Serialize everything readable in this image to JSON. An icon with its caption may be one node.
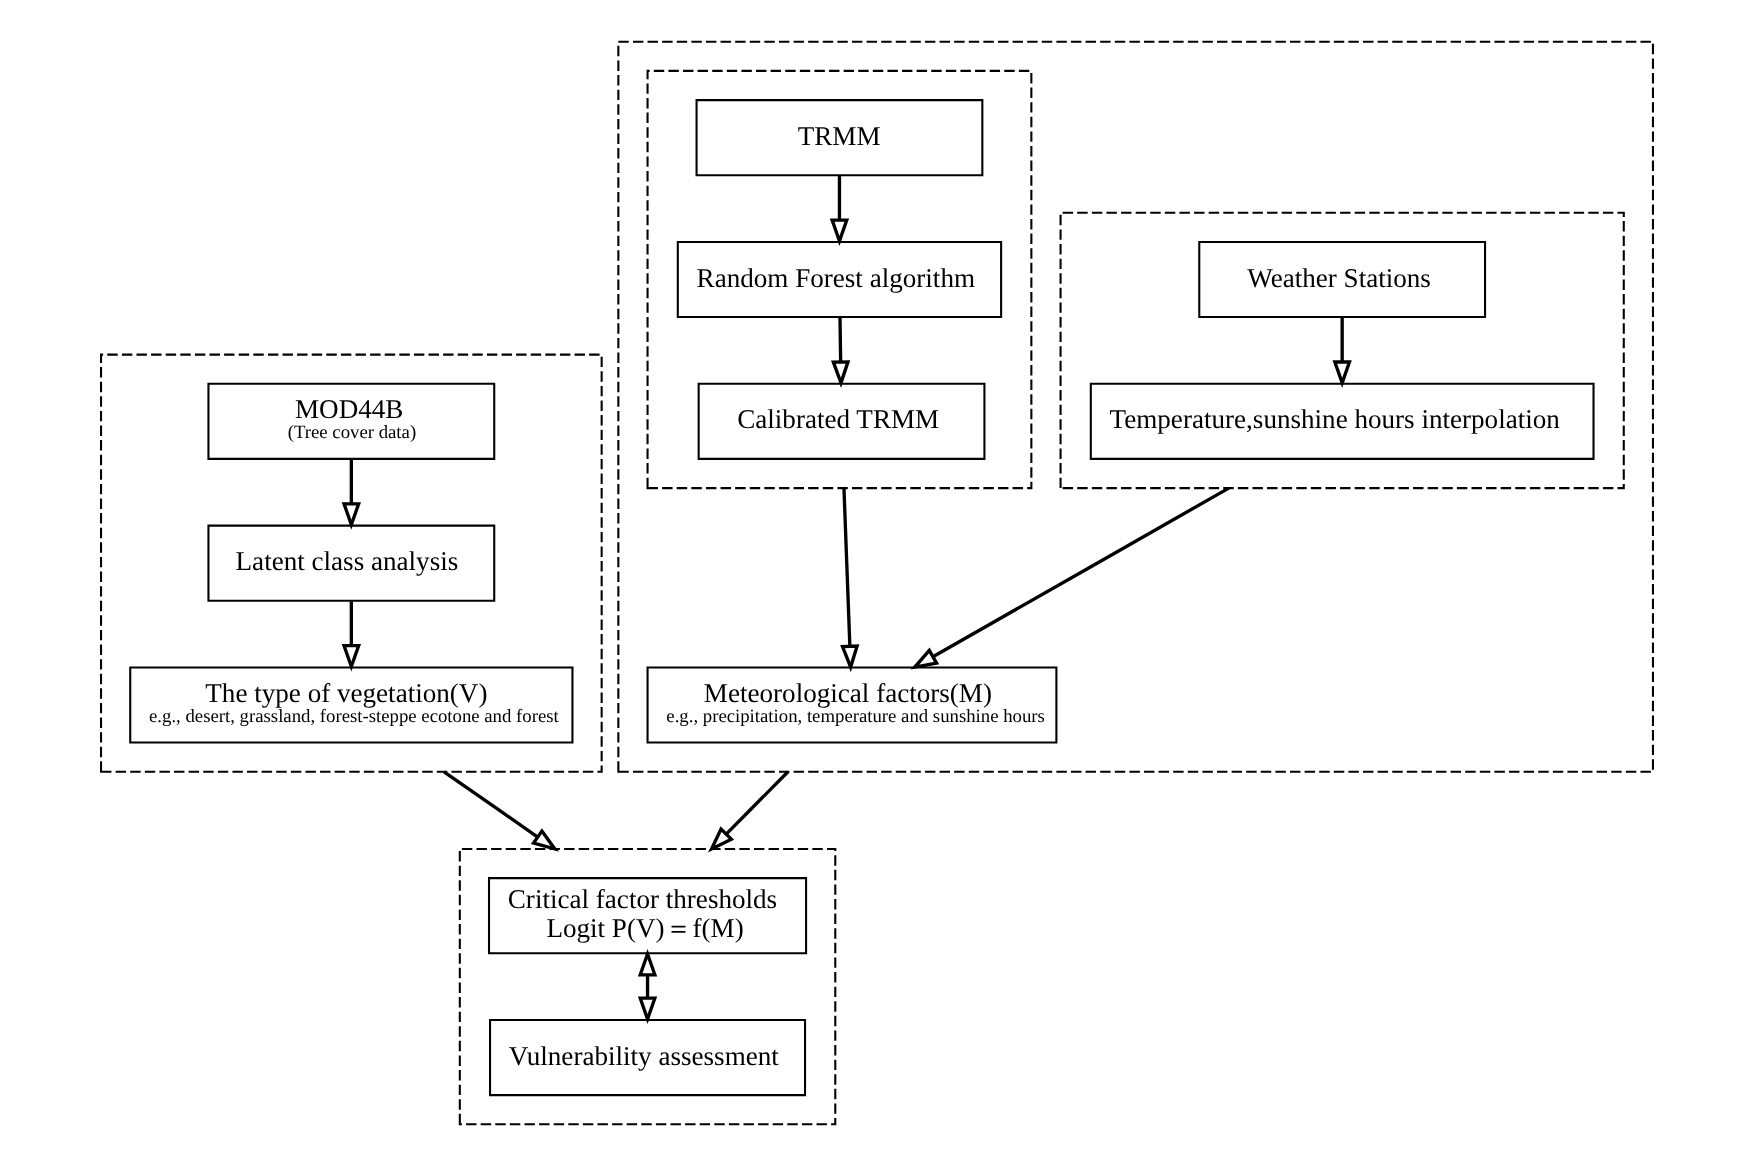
{
  "diagram": {
    "nodes": [
      {
        "text": [],
        "shape": "box"
      },
      {
        "text": [],
        "shape": "box",
        "in": 0
      },
      {
        "text": [
          "Weather Stations"
        ],
        "in": 1
      },
      {
        "text": [
          "Temperature,sunshine hours interpolation"
        ],
        "in": 1
      },
      {
        "text": [],
        "shape": "box",
        "in": 0
      },
      {
        "text": [
          "TRMM"
        ],
        "in": 4
      },
      {
        "text": [
          "Random Forest algorithm"
        ],
        "in": 4
      },
      {
        "text": [
          "Calibrated TRMM"
        ],
        "in": 4
      },
      {
        "text": [
          "Meteorological factors(M)",
          "e.g., precipitation, temperature and sunshine hours"
        ],
        "in": 0
      },
      {
        "text": [],
        "shape": "box"
      },
      {
        "text": [
          "MOD44B",
          "(Tree cover data)"
        ],
        "in": 9
      },
      {
        "text": [
          "Latent class analysis"
        ],
        "in": 9
      },
      {
        "text": [
          "The type of vegetation(V)",
          "e.g., desert, grassland, forest-steppe ecotone and forest"
        ],
        "in": 9
      },
      {
        "text": [],
        "shape": "box"
      },
      {
        "text": [
          "Critical factor thresholds",
          "Logit P(V)＝f(M)"
        ],
        "in": 13
      },
      {
        "text": [
          "Vulnerability assessment"
        ],
        "in": 13
      }
    ],
    "edges": [
      {
        "from": 2,
        "to": 3,
        "arrow": "to"
      },
      {
        "from": 5,
        "to": 6,
        "arrow": "to"
      },
      {
        "from": 6,
        "to": 7,
        "arrow": "to"
      },
      {
        "from": 1,
        "to": 8,
        "arrow": "to"
      },
      {
        "from": 4,
        "to": 8,
        "arrow": "to"
      },
      {
        "from": 10,
        "to": 11,
        "arrow": "to"
      },
      {
        "from": 11,
        "to": 12,
        "arrow": "to"
      },
      {
        "from": 0,
        "to": 13,
        "arrow": "to"
      },
      {
        "from": 9,
        "to": 13,
        "arrow": "to"
      },
      {
        "from": 14,
        "to": 15,
        "arrow": "both"
      }
    ]
  }
}
